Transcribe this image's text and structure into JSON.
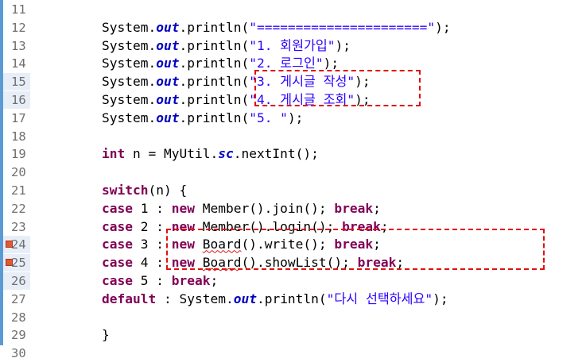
{
  "editor": {
    "lines": [
      {
        "n": "11",
        "segments": []
      },
      {
        "n": "12",
        "segments": [
          {
            "t": "System.",
            "c": ""
          },
          {
            "t": "out",
            "c": "fld"
          },
          {
            "t": ".println(",
            "c": ""
          },
          {
            "t": "\"======================\"",
            "c": "str"
          },
          {
            "t": ");",
            "c": ""
          }
        ]
      },
      {
        "n": "13",
        "segments": [
          {
            "t": "System.",
            "c": ""
          },
          {
            "t": "out",
            "c": "fld"
          },
          {
            "t": ".println(",
            "c": ""
          },
          {
            "t": "\"1. 회원가입\"",
            "c": "str"
          },
          {
            "t": ");",
            "c": ""
          }
        ]
      },
      {
        "n": "14",
        "segments": [
          {
            "t": "System.",
            "c": ""
          },
          {
            "t": "out",
            "c": "fld"
          },
          {
            "t": ".println(",
            "c": ""
          },
          {
            "t": "\"2. 로그인\"",
            "c": "str"
          },
          {
            "t": ");",
            "c": ""
          }
        ]
      },
      {
        "n": "15",
        "segments": [
          {
            "t": "System.",
            "c": ""
          },
          {
            "t": "out",
            "c": "fld"
          },
          {
            "t": ".println(",
            "c": ""
          },
          {
            "t": "\"3. 게시글 작성\"",
            "c": "str"
          },
          {
            "t": ");",
            "c": ""
          }
        ]
      },
      {
        "n": "16",
        "segments": [
          {
            "t": "System.",
            "c": ""
          },
          {
            "t": "out",
            "c": "fld"
          },
          {
            "t": ".println(",
            "c": ""
          },
          {
            "t": "\"4. 게시글 조회\"",
            "c": "str"
          },
          {
            "t": ");",
            "c": ""
          }
        ]
      },
      {
        "n": "17",
        "segments": [
          {
            "t": "System.",
            "c": ""
          },
          {
            "t": "out",
            "c": "fld"
          },
          {
            "t": ".println(",
            "c": ""
          },
          {
            "t": "\"5. \"",
            "c": "str"
          },
          {
            "t": ");",
            "c": ""
          }
        ]
      },
      {
        "n": "18",
        "segments": []
      },
      {
        "n": "19",
        "segments": [
          {
            "t": "int",
            "c": "kw"
          },
          {
            "t": " n = MyUtil.",
            "c": ""
          },
          {
            "t": "sc",
            "c": "fld"
          },
          {
            "t": ".nextInt();",
            "c": ""
          }
        ]
      },
      {
        "n": "20",
        "segments": []
      },
      {
        "n": "21",
        "segments": [
          {
            "t": "switch",
            "c": "kw"
          },
          {
            "t": "(n) {",
            "c": ""
          }
        ]
      },
      {
        "n": "22",
        "segments": [
          {
            "t": "case",
            "c": "kw"
          },
          {
            "t": " 1 : ",
            "c": ""
          },
          {
            "t": "new",
            "c": "kw"
          },
          {
            "t": " Member().join(); ",
            "c": ""
          },
          {
            "t": "break",
            "c": "kw"
          },
          {
            "t": ";",
            "c": ""
          }
        ]
      },
      {
        "n": "23",
        "segments": [
          {
            "t": "case",
            "c": "kw"
          },
          {
            "t": " 2 : ",
            "c": ""
          },
          {
            "t": "new",
            "c": "kw"
          },
          {
            "t": " Member().login(); ",
            "c": ""
          },
          {
            "t": "break",
            "c": "kw"
          },
          {
            "t": ";",
            "c": ""
          }
        ]
      },
      {
        "n": "24",
        "segments": [
          {
            "t": "case",
            "c": "kw"
          },
          {
            "t": " 3 : ",
            "c": ""
          },
          {
            "t": "new",
            "c": "kw"
          },
          {
            "t": " ",
            "c": ""
          },
          {
            "t": "Board",
            "c": "squig"
          },
          {
            "t": "().write(); ",
            "c": ""
          },
          {
            "t": "break",
            "c": "kw"
          },
          {
            "t": ";",
            "c": ""
          }
        ]
      },
      {
        "n": "25",
        "segments": [
          {
            "t": "case",
            "c": "kw"
          },
          {
            "t": " 4 : ",
            "c": ""
          },
          {
            "t": "new",
            "c": "kw"
          },
          {
            "t": " ",
            "c": ""
          },
          {
            "t": "Board",
            "c": "squig"
          },
          {
            "t": "().showList(); ",
            "c": ""
          },
          {
            "t": "break",
            "c": "kw"
          },
          {
            "t": ";",
            "c": ""
          }
        ]
      },
      {
        "n": "26",
        "segments": [
          {
            "t": "case",
            "c": "kw"
          },
          {
            "t": " 5 : ",
            "c": ""
          },
          {
            "t": "break",
            "c": "kw"
          },
          {
            "t": ";",
            "c": ""
          }
        ]
      },
      {
        "n": "27",
        "segments": [
          {
            "t": "default",
            "c": "kw"
          },
          {
            "t": " : System.",
            "c": ""
          },
          {
            "t": "out",
            "c": "fld"
          },
          {
            "t": ".println(",
            "c": ""
          },
          {
            "t": "\"다시 선택하세요\"",
            "c": "str"
          },
          {
            "t": ");",
            "c": ""
          }
        ]
      },
      {
        "n": "28",
        "segments": []
      },
      {
        "n": "29",
        "segments": [
          {
            "t": "}",
            "c": ""
          }
        ]
      },
      {
        "n": "30",
        "segments": []
      }
    ],
    "modified_lines": [
      "15",
      "16",
      "24",
      "25",
      "26"
    ],
    "error_marker_lines": [
      "24",
      "25"
    ]
  },
  "colors": {
    "keyword": "#7f0055",
    "static_field": "#0000c0",
    "string": "#2a00ff",
    "annotation_box": "#e01010",
    "change_bar": "#5b9bd5"
  }
}
